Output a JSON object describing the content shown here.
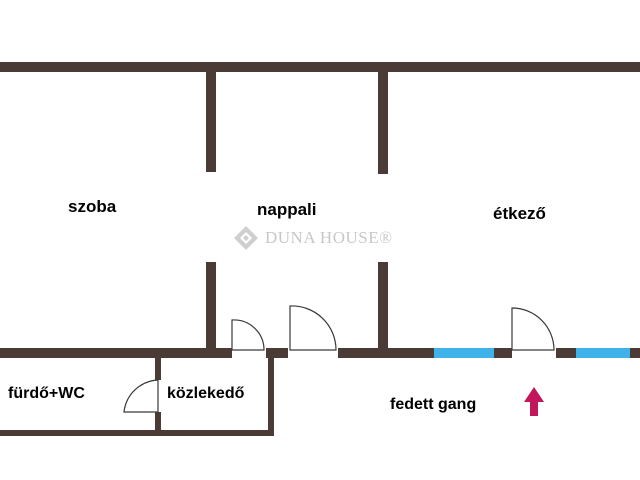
{
  "rooms": {
    "szoba": "szoba",
    "nappali": "nappali",
    "etkezo": "étkező",
    "furdo_wc": "fürdő+WC",
    "kozlekedo": "közlekedő",
    "fedett_gang": "fedett gang"
  },
  "watermark": {
    "text": "DUNA HOUSE®",
    "logo_icon": "duna-house-diamond-logo-icon"
  },
  "icons": {
    "entrance_arrow": "up-arrow-icon"
  },
  "colors": {
    "wall": "#4a3b36",
    "window": "#3fb2ea",
    "arrow": "#c2185b",
    "text": "#000000",
    "watermark": "#9a9a9a"
  }
}
